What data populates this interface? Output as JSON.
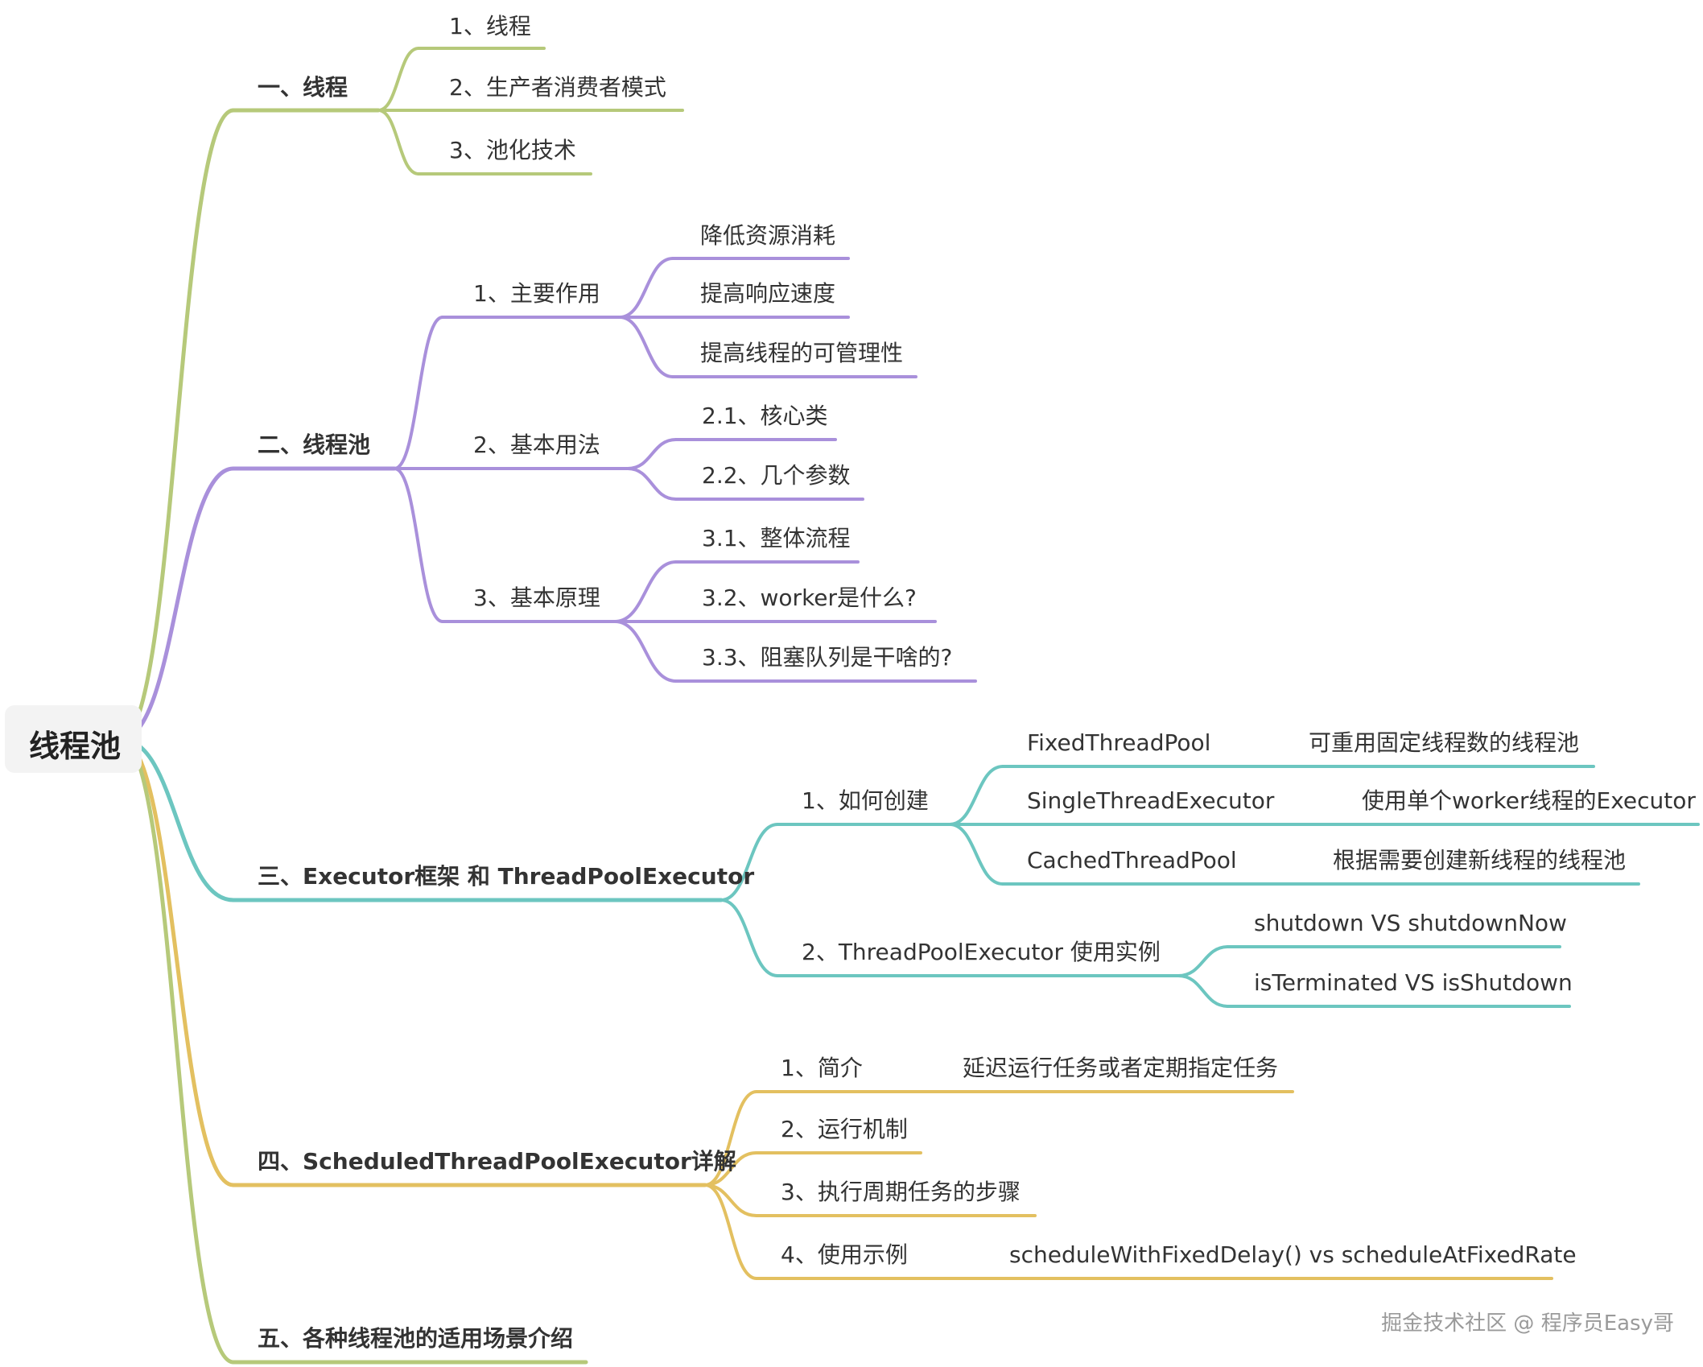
{
  "root": "线程池",
  "colors": {
    "branch1": "#b6c97a",
    "branch2": "#a990db",
    "branch3": "#6cc6c0",
    "branch4": "#e3c060",
    "branch5": "#b6c97a"
  },
  "nodes": {
    "n1": "一、线程",
    "n1_1": "1、线程",
    "n1_2": "2、生产者消费者模式",
    "n1_3": "3、池化技术",
    "n2": "二、线程池",
    "n2_1": "1、主要作用",
    "n2_1_1": "降低资源消耗",
    "n2_1_2": "提高响应速度",
    "n2_1_3": "提高线程的可管理性",
    "n2_2": "2、基本用法",
    "n2_2_1": "2.1、核心类",
    "n2_2_2": "2.2、几个参数",
    "n2_3": "3、基本原理",
    "n2_3_1": "3.1、整体流程",
    "n2_3_2": "3.2、worker是什么?",
    "n2_3_3": "3.3、阻塞队列是干啥的?",
    "n3": "三、Executor框架 和 ThreadPoolExecutor",
    "n3_1": "1、如何创建",
    "n3_1_1": "FixedThreadPool",
    "n3_1_1d": "可重用固定线程数的线程池",
    "n3_1_2": "SingleThreadExecutor",
    "n3_1_2d": "使用单个worker线程的Executor",
    "n3_1_3": "CachedThreadPool",
    "n3_1_3d": "根据需要创建新线程的线程池",
    "n3_2": "2、ThreadPoolExecutor 使用实例",
    "n3_2_1": "shutdown VS shutdownNow",
    "n3_2_2": "isTerminated VS isShutdown",
    "n4": "四、ScheduledThreadPoolExecutor详解",
    "n4_1": "1、简介",
    "n4_1d": "延迟运行任务或者定期指定任务",
    "n4_2": "2、运行机制",
    "n4_3": "3、执行周期任务的步骤",
    "n4_4": "4、使用示例",
    "n4_4d": "scheduleWithFixedDelay() vs scheduleAtFixedRate",
    "n5": "五、各种线程池的适用场景介绍"
  },
  "watermark": "掘金技术社区 @ 程序员Easy哥"
}
